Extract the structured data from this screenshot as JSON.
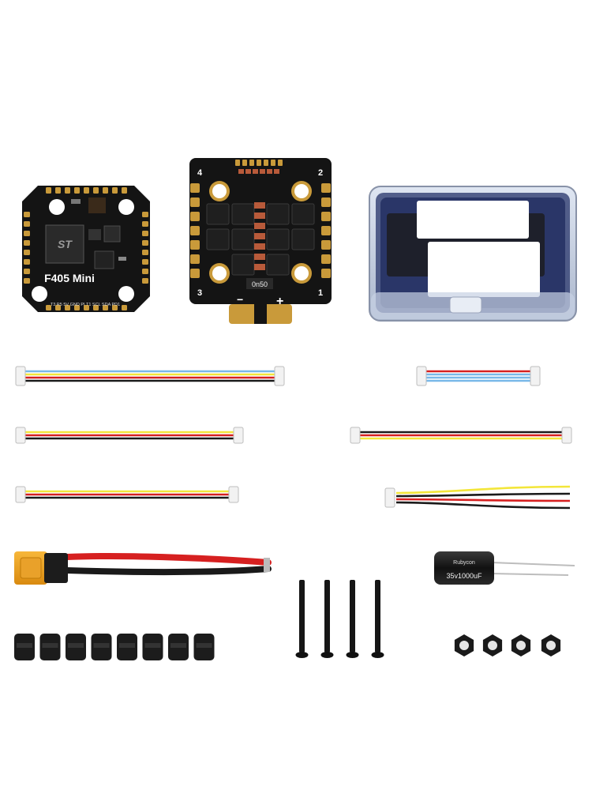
{
  "product": {
    "fc_board_label": "F405 Mini",
    "esc_board_label": "0n50",
    "esc_corner_labels": [
      "4",
      "2",
      "3",
      "1"
    ],
    "esc_minus_label": "−",
    "esc_plus_label": "+",
    "fc_pad_label_strip": "T3  R5  5V  GND  PI  T1  SCL SDA PD1",
    "capacitor_text": "35v1000uF",
    "capacitor_brand": "Rubycon"
  },
  "colors": {
    "pcb_black": "#141414",
    "gold_pad": "#c99a3a",
    "xt60_yellow": "#f0a020",
    "wire_red": "#d62020",
    "wire_black": "#1a1a1a",
    "wire_yellow": "#f3e63a",
    "wire_blue": "#79b8e8",
    "box_blue": "#2a3668"
  },
  "icons": {
    "st_chip": "mcu-chip-icon",
    "screws": "screw-icon",
    "dampers": "rubber-grommet-icon",
    "nuts": "hex-nut-icon"
  }
}
